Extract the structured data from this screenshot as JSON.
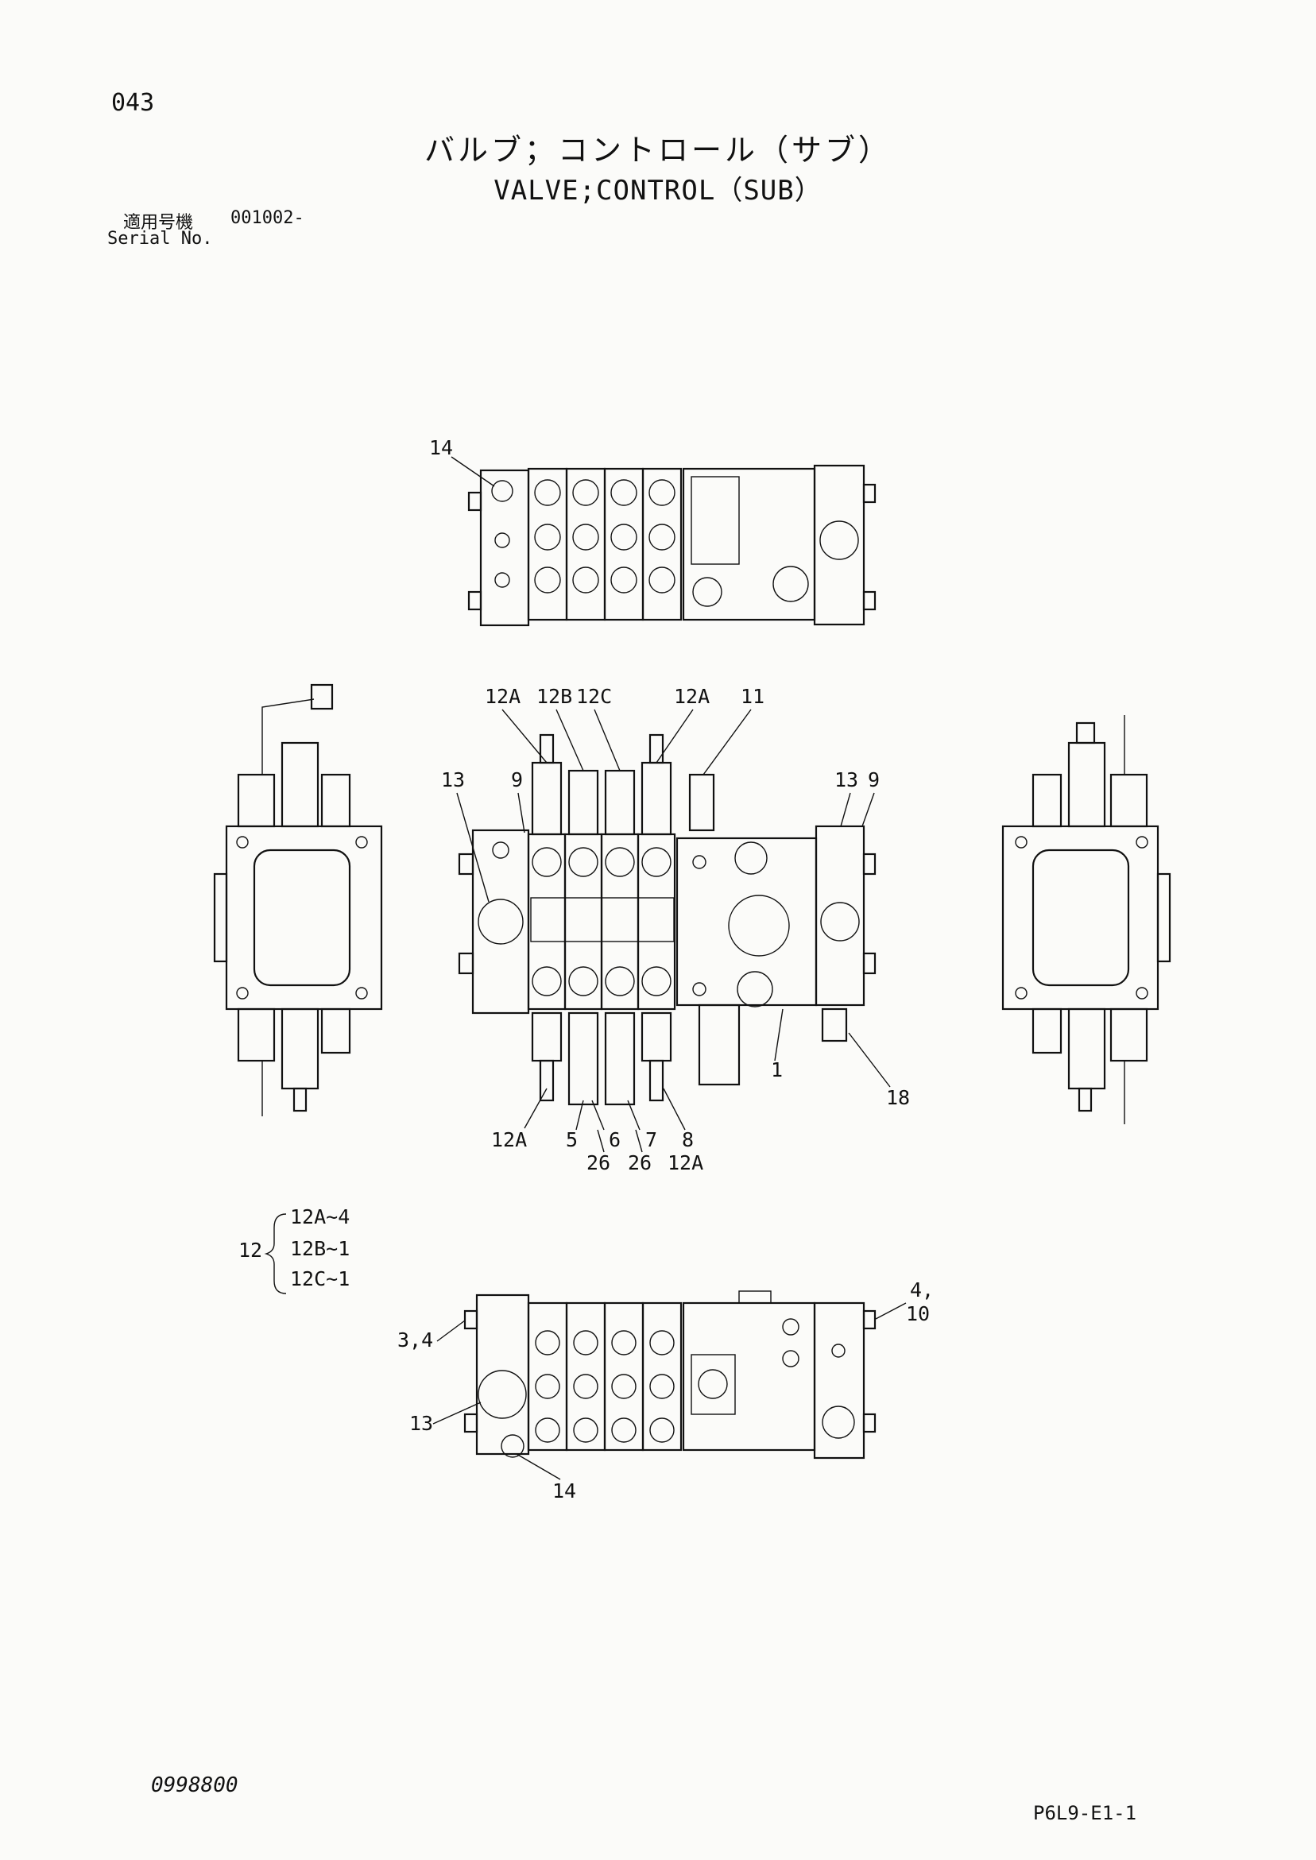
{
  "header": {
    "page_number": "043",
    "title_jp": "バルブ；コントロール（サブ）",
    "title_en": "VALVE;CONTROL（SUB）",
    "serial_label_jp": "適用号機",
    "serial_value": "001002-",
    "serial_label_en": "Serial No."
  },
  "callouts": {
    "top_view": [
      "14"
    ],
    "front_view_top": [
      "12A",
      "12B",
      "12C",
      "12A",
      "11",
      "13",
      "9",
      "13",
      "9"
    ],
    "front_view_bottom": [
      "1",
      "18",
      "12A",
      "5",
      "6",
      "7",
      "8",
      "12A",
      "26",
      "26"
    ],
    "bottom_view": [
      "3,4",
      "13",
      "14",
      "4,",
      "10"
    ]
  },
  "legend": {
    "group": "12",
    "items": [
      "12A~4",
      "12B~1",
      "12C~1"
    ]
  },
  "footer": {
    "doc_code": "0998800",
    "page_code": "P6L9-E1-1"
  }
}
